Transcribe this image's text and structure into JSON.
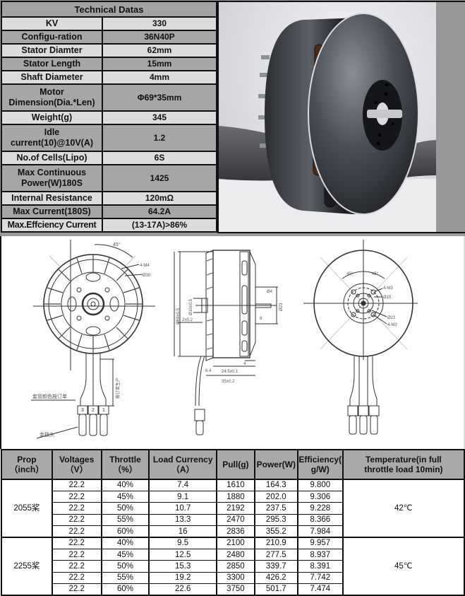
{
  "spec_table": {
    "title": "Technical Datas",
    "rows": [
      {
        "label": "KV",
        "value": "330"
      },
      {
        "label": "Configu-ration",
        "value": "36N40P"
      },
      {
        "label": "Stator Diamter",
        "value": "62mm"
      },
      {
        "label": "Stator Length",
        "value": "15mm"
      },
      {
        "label": "Shaft Diameter",
        "value": "4mm"
      },
      {
        "label": "Motor Dimension(Dia.*Len)",
        "label_line1": "Motor",
        "label_line2": "Dimension(Dia.*Len)",
        "value": "Φ69*35mm"
      },
      {
        "label": "Weight(g)",
        "value": "345"
      },
      {
        "label": "Idle current(10)@10V(A)",
        "label_line1": "Idle",
        "label_line2": "current(10)@10V(A)",
        "value": "1.2"
      },
      {
        "label": "No.of Cells(Lipo)",
        "value": "6S"
      },
      {
        "label": "Max Continuous Power(W)180S",
        "label_line1": "Max Continuous",
        "label_line2": "Power(W)180S",
        "value": "1425"
      },
      {
        "label": "Internal Resistance",
        "value": "120mΩ"
      },
      {
        "label": "Max Current(180S)",
        "value": "64.2A"
      },
      {
        "label": "Max.Effciency Current",
        "value": "(13-17A)>86%"
      }
    ]
  },
  "photo": {
    "icon": "brushless-motor-photo",
    "alt": "Black brushless outrunner motor with carbon propeller"
  },
  "drawing": {
    "front_view": {
      "angle": "45°",
      "holes": "4-M4",
      "pcd": "Ø30"
    },
    "side_view": {
      "outer_dia": "Ø69±0.5",
      "shaft_dia": "Ø4",
      "hub_dia": "Ø23",
      "base_dia": "Ø10±0.5",
      "step": "2±0.2",
      "shaft_len": "8",
      "d1": "6.4",
      "d2": "4",
      "body_len": "24.5±0.1",
      "total_len": "35±0.2"
    },
    "rear_view": {
      "angle_left": "45°",
      "angle_right": "45°",
      "holes_a": "4-M3",
      "pcd_a": "Ø15",
      "pcd_b": "Ø22",
      "holes_b": "4-M3"
    },
    "wire_labels": {
      "sleeve_note": "套管颜色按订单",
      "terminal_note": "金插头",
      "length_note": "按订单生产",
      "wire_numbers": [
        "3",
        "2",
        "1"
      ]
    }
  },
  "perf_table": {
    "headers": [
      {
        "line1": "Prop",
        "line2": "（inch）"
      },
      {
        "line1": "Voltages",
        "line2": "（V）"
      },
      {
        "line1": "Throttle",
        "line2": "（%）"
      },
      {
        "line1": "Load Currency",
        "line2": "（A）"
      },
      {
        "line1": "Pull(g)",
        "line2": ""
      },
      {
        "line1": "Power(W)",
        "line2": ""
      },
      {
        "line1": "Efficiency(",
        "line2": "g/W)"
      },
      {
        "line1": "Temperature(in full",
        "line2": "throttle load 10min)"
      }
    ],
    "groups": [
      {
        "prop": "2055桨",
        "temperature": "42℃",
        "rows": [
          {
            "voltage": "22.2",
            "throttle": "40%",
            "current": "7.4",
            "pull": "1610",
            "power": "164.3",
            "efficiency": "9.800"
          },
          {
            "voltage": "22.2",
            "throttle": "45%",
            "current": "9.1",
            "pull": "1880",
            "power": "202.0",
            "efficiency": "9.306"
          },
          {
            "voltage": "22.2",
            "throttle": "50%",
            "current": "10.7",
            "pull": "2192",
            "power": "237.5",
            "efficiency": "9.228"
          },
          {
            "voltage": "22.2",
            "throttle": "55%",
            "current": "13.3",
            "pull": "2470",
            "power": "295.3",
            "efficiency": "8.366"
          },
          {
            "voltage": "22.2",
            "throttle": "60%",
            "current": "16",
            "pull": "2836",
            "power": "355.2",
            "efficiency": "7.984"
          }
        ]
      },
      {
        "prop": "2255桨",
        "temperature": "45℃",
        "rows": [
          {
            "voltage": "22.2",
            "throttle": "40%",
            "current": "9.5",
            "pull": "2100",
            "power": "210.9",
            "efficiency": "9.957"
          },
          {
            "voltage": "22.2",
            "throttle": "45%",
            "current": "12.5",
            "pull": "2480",
            "power": "277.5",
            "efficiency": "8.937"
          },
          {
            "voltage": "22.2",
            "throttle": "50%",
            "current": "15.3",
            "pull": "2850",
            "power": "339.7",
            "efficiency": "8.391"
          },
          {
            "voltage": "22.2",
            "throttle": "55%",
            "current": "19.2",
            "pull": "3300",
            "power": "426.2",
            "efficiency": "7.742"
          },
          {
            "voltage": "22.2",
            "throttle": "60%",
            "current": "22.6",
            "pull": "3750",
            "power": "501.7",
            "efficiency": "7.474"
          }
        ]
      }
    ]
  },
  "colors": {
    "header_gray": "#a6a6a6",
    "row_light": "#dcdcdc",
    "border": "#111111",
    "panel_gray": "#9a9a9a"
  }
}
